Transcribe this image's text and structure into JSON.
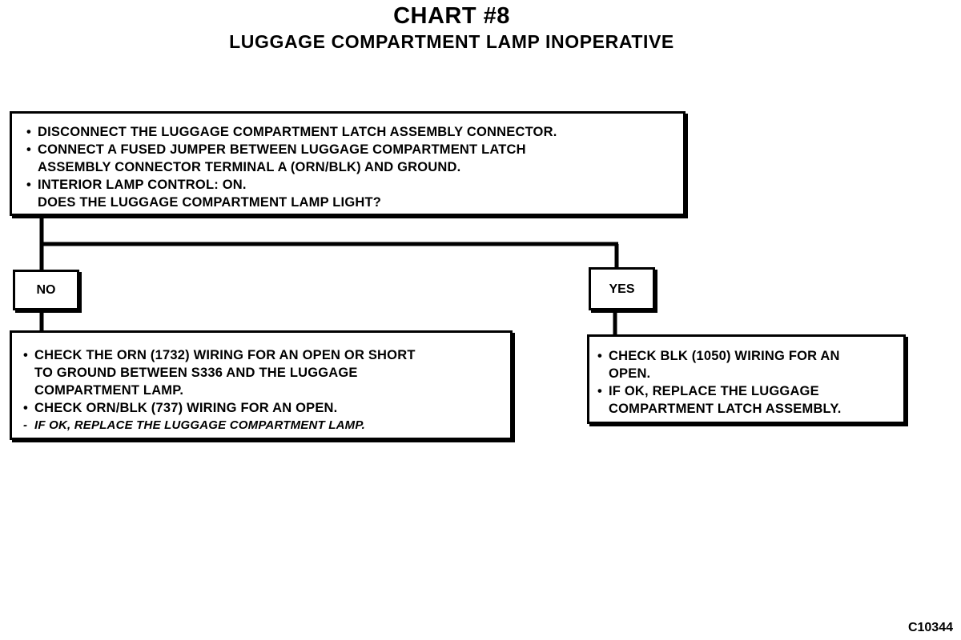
{
  "title": "CHART #8",
  "subtitle": "LUGGAGE COMPARTMENT LAMP INOPERATIVE",
  "start_box": {
    "items": [
      {
        "bullet": "•",
        "text": "DISCONNECT THE LUGGAGE COMPARTMENT LATCH ASSEMBLY CONNECTOR."
      },
      {
        "bullet": "•",
        "text": "CONNECT A FUSED JUMPER BETWEEN LUGGAGE COMPARTMENT LATCH"
      },
      {
        "bullet": "",
        "text": "ASSEMBLY CONNECTOR TERMINAL A (ORN/BLK) AND GROUND."
      },
      {
        "bullet": "•",
        "text": "INTERIOR LAMP CONTROL: ON."
      },
      {
        "bullet": "",
        "text": "DOES THE LUGGAGE COMPARTMENT LAMP LIGHT?"
      }
    ]
  },
  "no_label": "NO",
  "yes_label": "YES",
  "no_box": {
    "items": [
      {
        "bullet": "•",
        "text": "CHECK THE ORN (1732) WIRING FOR AN OPEN OR SHORT"
      },
      {
        "bullet": "",
        "text": "TO GROUND BETWEEN S336 AND THE LUGGAGE"
      },
      {
        "bullet": "",
        "text": "COMPARTMENT LAMP."
      },
      {
        "bullet": "•",
        "text": "CHECK ORN/BLK (737) WIRING FOR AN OPEN."
      },
      {
        "bullet": "-",
        "text": "IF OK, REPLACE THE LUGGAGE COMPARTMENT LAMP."
      }
    ]
  },
  "yes_box": {
    "items": [
      {
        "bullet": "•",
        "text": "CHECK BLK (1050) WIRING FOR AN"
      },
      {
        "bullet": "",
        "text": "OPEN."
      },
      {
        "bullet": "•",
        "text": "IF OK, REPLACE THE LUGGAGE"
      },
      {
        "bullet": "",
        "text": "COMPARTMENT LATCH ASSEMBLY."
      }
    ]
  },
  "figure_id": "C10344"
}
